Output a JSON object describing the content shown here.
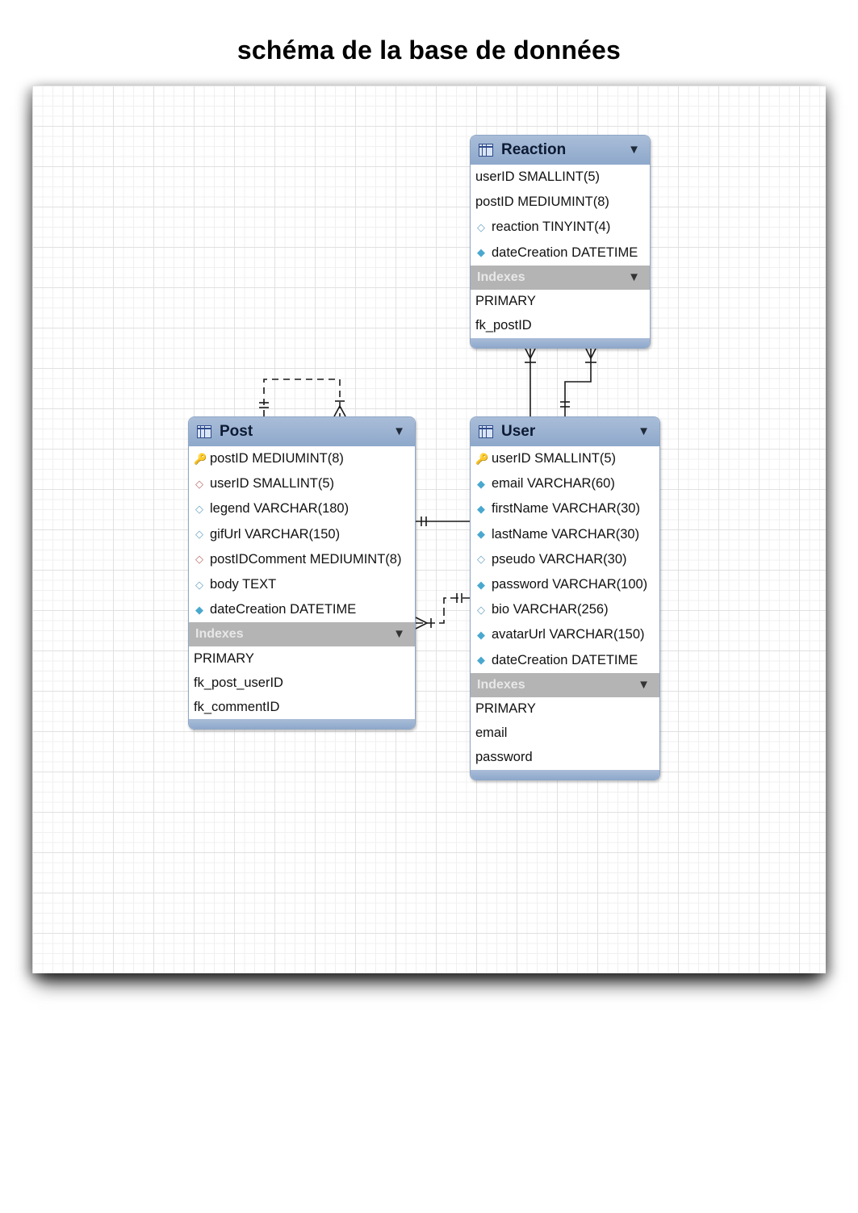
{
  "title": "schéma de la base de données",
  "tables": {
    "reaction": {
      "name": "Reaction",
      "columns": [
        {
          "label": "userID SMALLINT(5)",
          "icon": "none"
        },
        {
          "label": "postID MEDIUMINT(8)",
          "icon": "none"
        },
        {
          "label": "reaction TINYINT(4)",
          "icon": "column-diamond-icon"
        },
        {
          "label": "dateCreation DATETIME",
          "icon": "column-filled-diamond-icon"
        }
      ],
      "indexes_label": "Indexes",
      "indexes": [
        "PRIMARY",
        "fk_postID"
      ]
    },
    "post": {
      "name": "Post",
      "columns": [
        {
          "label": "postID MEDIUMINT(8)",
          "icon": "primary-key-icon"
        },
        {
          "label": "userID SMALLINT(5)",
          "icon": "foreign-key-diamond-icon"
        },
        {
          "label": "legend VARCHAR(180)",
          "icon": "column-diamond-icon"
        },
        {
          "label": "gifUrl VARCHAR(150)",
          "icon": "column-diamond-icon"
        },
        {
          "label": "postIDComment MEDIUMINT(8)",
          "icon": "foreign-key-diamond-icon"
        },
        {
          "label": "body TEXT",
          "icon": "column-diamond-icon"
        },
        {
          "label": "dateCreation DATETIME",
          "icon": "column-filled-diamond-icon"
        }
      ],
      "indexes_label": "Indexes",
      "indexes": [
        "PRIMARY",
        "fk_post_userID",
        "fk_commentID"
      ]
    },
    "user": {
      "name": "User",
      "columns": [
        {
          "label": "userID SMALLINT(5)",
          "icon": "primary-key-icon"
        },
        {
          "label": "email VARCHAR(60)",
          "icon": "column-filled-diamond-icon"
        },
        {
          "label": "firstName VARCHAR(30)",
          "icon": "column-filled-diamond-icon"
        },
        {
          "label": "lastName VARCHAR(30)",
          "icon": "column-filled-diamond-icon"
        },
        {
          "label": "pseudo VARCHAR(30)",
          "icon": "column-diamond-icon"
        },
        {
          "label": "password VARCHAR(100)",
          "icon": "column-filled-diamond-icon"
        },
        {
          "label": "bio VARCHAR(256)",
          "icon": "column-diamond-icon"
        },
        {
          "label": "avatarUrl VARCHAR(150)",
          "icon": "column-filled-diamond-icon"
        },
        {
          "label": "dateCreation DATETIME",
          "icon": "column-filled-diamond-icon"
        }
      ],
      "indexes_label": "Indexes",
      "indexes": [
        "PRIMARY",
        "email",
        "password"
      ]
    }
  },
  "relationships": [
    {
      "from": "Post",
      "to": "Post",
      "style": "dashed",
      "type": "one-to-many"
    },
    {
      "from": "User",
      "to": "Post",
      "style": "solid",
      "type": "one-to-one"
    },
    {
      "from": "User",
      "to": "Post",
      "style": "dashed",
      "type": "one-to-many"
    },
    {
      "from": "User",
      "to": "Reaction",
      "style": "solid",
      "type": "one-to-many"
    },
    {
      "from": "User",
      "to": "Reaction",
      "style": "solid",
      "type": "one-to-many"
    }
  ]
}
